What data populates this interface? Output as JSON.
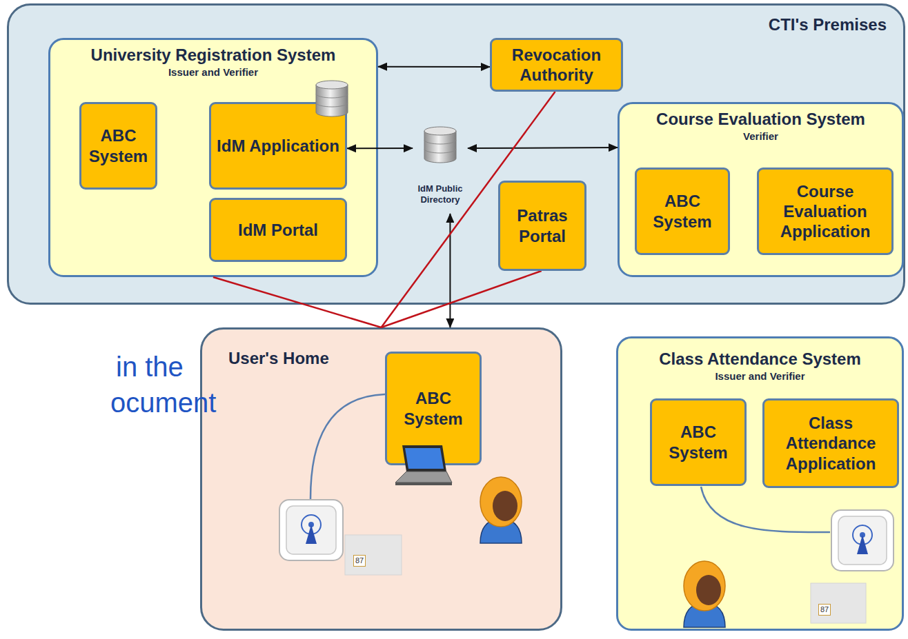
{
  "diagram": {
    "nodes": [
      {
        "text": [
          "CTI's Premises"
        ]
      },
      {
        "text": [
          "University Registration System",
          "Issuer and Verifier"
        ],
        "in": 0
      },
      {
        "text": [
          "ABC System"
        ],
        "in": 1
      },
      {
        "text": [
          "IdM Application"
        ],
        "in": 1
      },
      {
        "text": [
          "IdM Portal"
        ],
        "in": 1
      },
      {
        "text": [
          "Revocation Authority"
        ],
        "in": 0
      },
      {
        "text": [
          "IdM Public Directory"
        ],
        "in": 0
      },
      {
        "text": [
          "Patras Portal"
        ],
        "in": 0
      },
      {
        "text": [
          "Course Evaluation System",
          "Verifier"
        ],
        "in": 0
      },
      {
        "text": [
          "ABC System"
        ],
        "in": 8
      },
      {
        "text": [
          "Course Evaluation Application"
        ],
        "in": 8
      },
      {
        "text": [
          "User's Home"
        ]
      },
      {
        "text": [
          "ABC System"
        ],
        "in": 11
      },
      {
        "text": [
          "Class Attendance System",
          "Issuer and Verifier"
        ]
      },
      {
        "text": [
          "ABC System"
        ],
        "in": 13
      },
      {
        "text": [
          "Class Attendance Application"
        ],
        "in": 13
      }
    ],
    "edges": [
      {
        "from": 1,
        "to": 5,
        "arrow": "both"
      },
      {
        "from": 3,
        "to": 6,
        "arrow": "both"
      },
      {
        "from": 6,
        "to": 8,
        "arrow": "both"
      },
      {
        "from": 6,
        "to": 11,
        "arrow": "both"
      },
      {
        "from": 11,
        "to": 1,
        "arrow": "none"
      },
      {
        "from": 11,
        "to": 5,
        "arrow": "none"
      },
      {
        "from": 11,
        "to": 7,
        "arrow": "none"
      }
    ],
    "labels": [
      "in the",
      "ocument",
      "87",
      "87"
    ]
  }
}
